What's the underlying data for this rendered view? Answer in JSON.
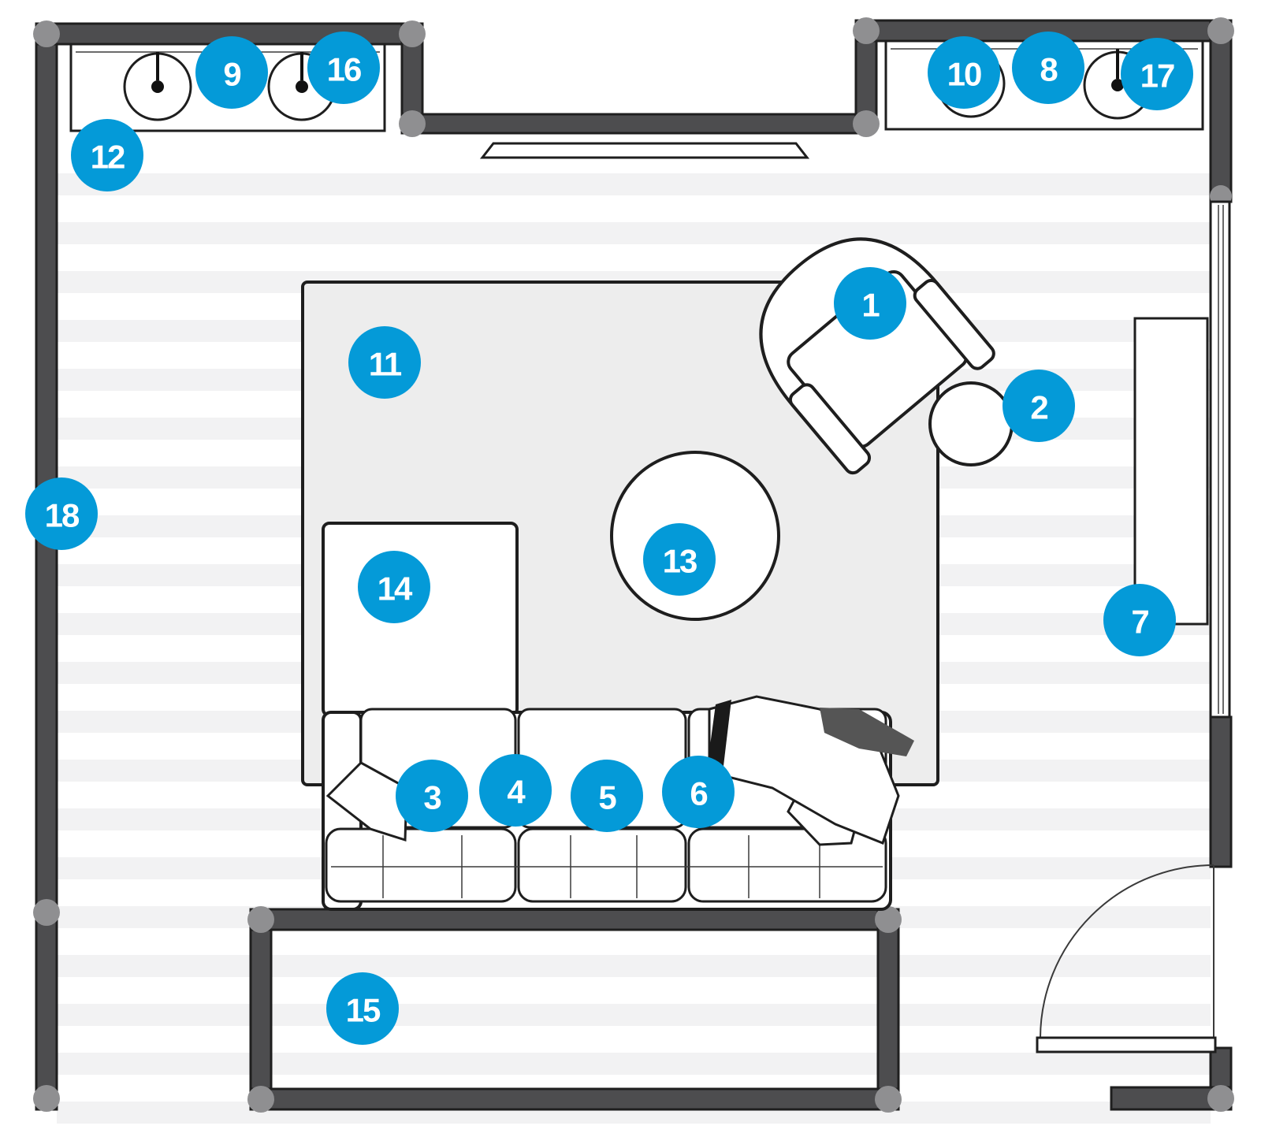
{
  "colors": {
    "marker": "#049ad8",
    "marker_text": "#ffffff",
    "wall": "#4d4d4f",
    "rug": "#ededed",
    "floor_stripe": "#f2f2f3"
  },
  "markers": [
    {
      "id": "marker-1",
      "label": "1",
      "item": "armchair"
    },
    {
      "id": "marker-2",
      "label": "2",
      "item": "side-table"
    },
    {
      "id": "marker-3",
      "label": "3",
      "item": "pillow"
    },
    {
      "id": "marker-4",
      "label": "4",
      "item": "pillow"
    },
    {
      "id": "marker-5",
      "label": "5",
      "item": "throw-blanket"
    },
    {
      "id": "marker-6",
      "label": "6",
      "item": "sofa"
    },
    {
      "id": "marker-7",
      "label": "7",
      "item": "curtains"
    },
    {
      "id": "marker-8",
      "label": "8",
      "item": "right-closet"
    },
    {
      "id": "marker-9",
      "label": "9",
      "item": "left-closet"
    },
    {
      "id": "marker-10",
      "label": "10",
      "item": "lamp"
    },
    {
      "id": "marker-11",
      "label": "11",
      "item": "rug"
    },
    {
      "id": "marker-12",
      "label": "12",
      "item": "floor"
    },
    {
      "id": "marker-13",
      "label": "13",
      "item": "coffee-table"
    },
    {
      "id": "marker-14",
      "label": "14",
      "item": "ottoman"
    },
    {
      "id": "marker-15",
      "label": "15",
      "item": "console"
    },
    {
      "id": "marker-16",
      "label": "16",
      "item": "lamp"
    },
    {
      "id": "marker-17",
      "label": "17",
      "item": "lamp"
    },
    {
      "id": "marker-18",
      "label": "18",
      "item": "wall"
    }
  ]
}
